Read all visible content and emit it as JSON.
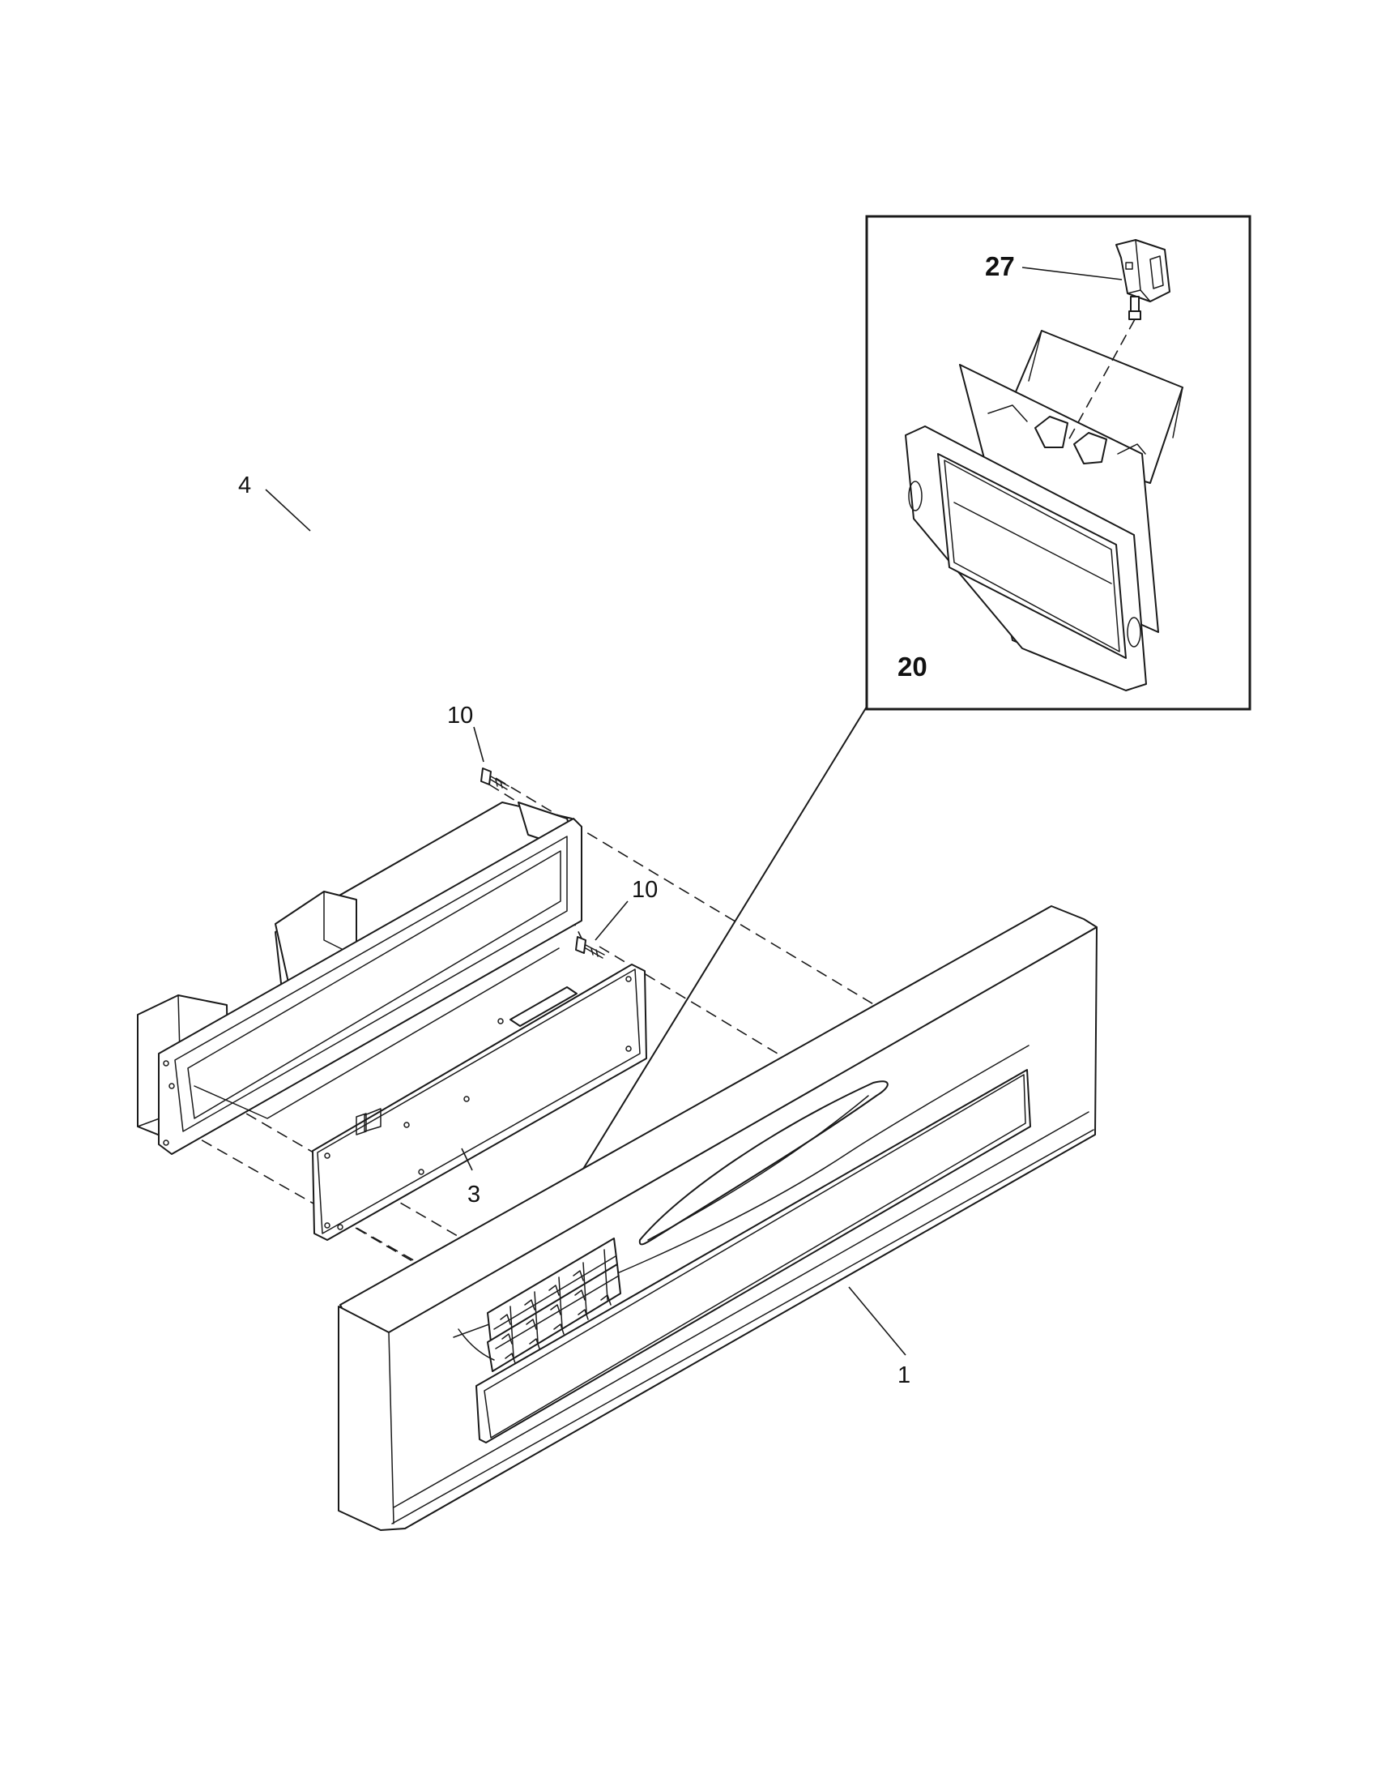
{
  "diagram": {
    "callouts": {
      "control_panel": "1",
      "circuit_board": "3",
      "board_housing": "4",
      "screw_upper": "10",
      "screw_lower": "10",
      "dispenser_assembly": "20",
      "dispenser_switch": "27"
    }
  }
}
